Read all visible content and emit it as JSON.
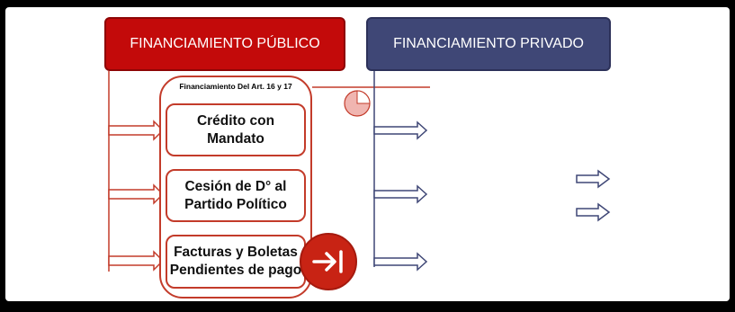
{
  "headers": {
    "public": "FINANCIAMIENTO PÚBLICO",
    "private": "FINANCIAMIENTO PRIVADO"
  },
  "article_label": "Financiamiento Del Art. 16 y 17",
  "items": [
    {
      "text": "Crédito con Mandato"
    },
    {
      "text": "Cesión de D° al Partido Político"
    },
    {
      "text": "Facturas y Boletas Pendientes de pago"
    }
  ],
  "colors": {
    "public": "#c30a0a",
    "private": "#3f4776",
    "outline_red": "#c33b2a",
    "outline_blue": "#3f4776"
  },
  "icons": [
    "pie-chart-icon",
    "exit-arrow-icon",
    "right-arrow-icon"
  ]
}
